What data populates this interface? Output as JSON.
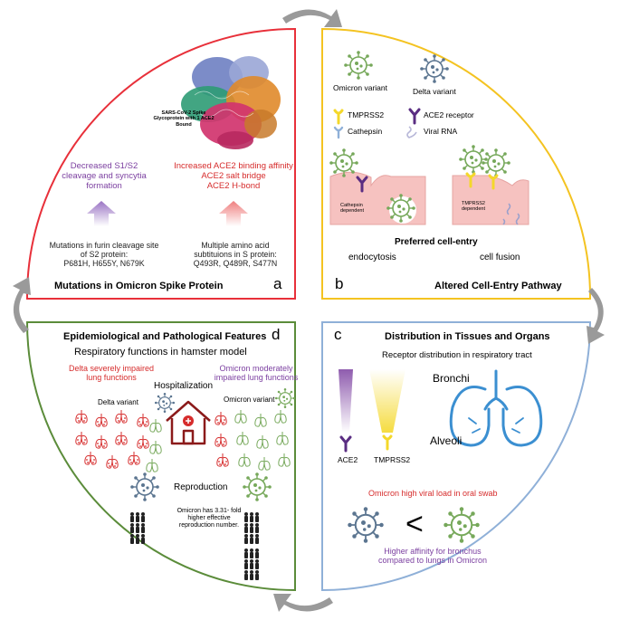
{
  "colors": {
    "quad_a": "#e8303a",
    "quad_b": "#f4c321",
    "quad_c": "#8fb0d8",
    "quad_d": "#5b8c3a",
    "purple": "#7b3fa0",
    "red": "#d62c2c",
    "omicron_green": "#76a85a",
    "delta_blue": "#5b7590",
    "cell_pink": "#f6c2c0",
    "lung_blue": "#3b8fd1",
    "tmprss2_yellow": "#f4d82a",
    "arrow_gray": "#9a9a9a"
  },
  "quad_a": {
    "title": "Mutations in Omicron Spike Protein",
    "letter": "a",
    "protein_caption_line1": "SARS-CoV-2 Spike",
    "protein_caption_line2": "Glycoprotein with 1 ACE2",
    "protein_caption_line3": "Bound",
    "left_effect_line1": "Decreased S1/S2",
    "left_effect_line2": "cleavage and syncytia",
    "left_effect_line3": "formation",
    "right_effect_line1": "Increased ACE2 binding affinity",
    "right_effect_line2": "ACE2 salt bridge",
    "right_effect_line3": "ACE2 H-bond",
    "left_mut_line1": "Mutations in furin cleavage site",
    "left_mut_line2": "of S2 protein:",
    "left_mut_line3": "P681H, H655Y, N679K",
    "right_mut_line1": "Multiple amino acid",
    "right_mut_line2": "subtituions in S protein:",
    "right_mut_line3": "Q493R, Q489R, S477N"
  },
  "quad_b": {
    "title": "Altered Cell-Entry Pathway",
    "letter": "b",
    "omicron_label": "Omicron variant",
    "delta_label": "Delta variant",
    "tmprss2_label": "TMPRSS2",
    "ace2_label": "ACE2 receptor",
    "cathepsin_label": "Cathepsin",
    "rna_label": "Viral RNA",
    "cathepsin_dep_line1": "Cathepsin",
    "cathepsin_dep_line2": "dependent",
    "tmprss2_dep_line1": "TMPRSS2",
    "tmprss2_dep_line2": "dependent",
    "preferred": "Preferred cell-entry",
    "endocytosis": "endocytosis",
    "cell_fusion": "cell fusion"
  },
  "quad_c": {
    "title": "Distribution in Tissues and Organs",
    "letter": "c",
    "receptor_dist": "Receptor distribution in respiratory tract",
    "bronchi": "Bronchi",
    "alveoli": "Alveoli",
    "ace2": "ACE2",
    "tmprss2": "TMPRSS2",
    "viral_load": "Omicron high viral load in oral swab",
    "less_than": "<",
    "affinity_line1": "Higher affinity for bronchus",
    "affinity_line2": "compared to lungs in Omicron"
  },
  "quad_d": {
    "title": "Epidemiological and Pathological Features",
    "letter": "d",
    "hamster": "Respiratory functions in hamster model",
    "delta_impair_line1": "Delta severely impaired",
    "delta_impair_line2": "lung functions",
    "omicron_impair_line1": "Omicron moderately",
    "omicron_impair_line2": "impaired lung functions",
    "hospitalization": "Hospitalization",
    "delta_variant": "Delta variant",
    "omicron_variant": "Omicron variant",
    "reproduction": "Reproduction",
    "repro_line1": "Omicron has 3.31- fold",
    "repro_line2": "higher effective",
    "repro_line3": "reproduction number."
  }
}
